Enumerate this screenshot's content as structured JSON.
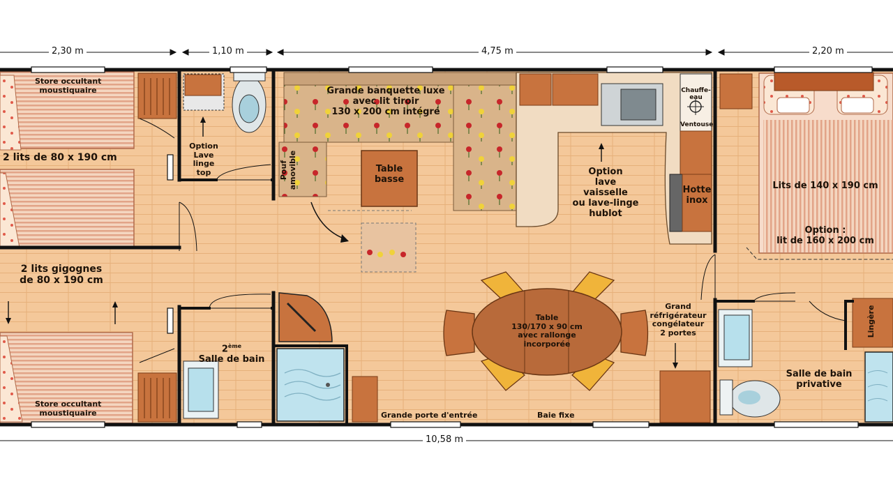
{
  "dimensions": {
    "left_bedroom": "2,30 m",
    "bathroom_top": "1,10 m",
    "living": "4,75 m",
    "right_bedroom": "2,20 m",
    "total": "10,58 m"
  },
  "labels": {
    "store_top": [
      "Store occultant",
      "moustiquaire"
    ],
    "beds_top": "2 lits de 80 x 190 cm",
    "gigognes": [
      "2 lits gigognes",
      "de 80 x 190 cm"
    ],
    "store_bottom": [
      "Store occultant",
      "moustiquaire"
    ],
    "option_lave": [
      "Option",
      "Lave",
      "linge",
      "top"
    ],
    "banquette": [
      "Grande banquette luxe",
      "avec lit tiroir",
      "130 x 200 cm intégré"
    ],
    "pouf": [
      "Pouf",
      "amovible"
    ],
    "table_basse": [
      "Table",
      "basse"
    ],
    "chauffe_eau": [
      "Chauffe-",
      "eau"
    ],
    "ventouse": "Ventouse",
    "option_lave_vaisselle": [
      "Option",
      "lave",
      "vaisselle",
      "ou lave-linge",
      "hublot"
    ],
    "hotte": [
      "Hotte",
      "inox"
    ],
    "lits_140": "Lits de 140 x 190 cm",
    "option_160": [
      "Option :",
      "lit de 160 x 200 cm"
    ],
    "table": [
      "Table",
      "130/170 x 90 cm",
      "avec rallonge",
      "incorporée"
    ],
    "refrigerateur": [
      "Grand",
      "réfrigérateur",
      "congélateur",
      "2 portes"
    ],
    "lingere": "Lingère",
    "salle_bain_2_num": "2",
    "salle_bain_2_sup": "ème",
    "salle_bain_2": "Salle de bain",
    "salle_bain_privative": [
      "Salle de bain",
      "privative"
    ],
    "grande_porte": "Grande porte d'entrée",
    "baie_fixe": "Baie fixe"
  },
  "colors": {
    "floor": "#f4c89a",
    "floor_line": "#e8b47f",
    "wall": "#1a1a1a",
    "furniture": "#c8733e",
    "furniture_dark": "#9a4a20",
    "mattress": "#f3d2ba",
    "mattress_stripe": "#e6a98f",
    "table_wood": "#b86a3a",
    "chair": "#f0b43a",
    "water": "#b7e0ec"
  }
}
